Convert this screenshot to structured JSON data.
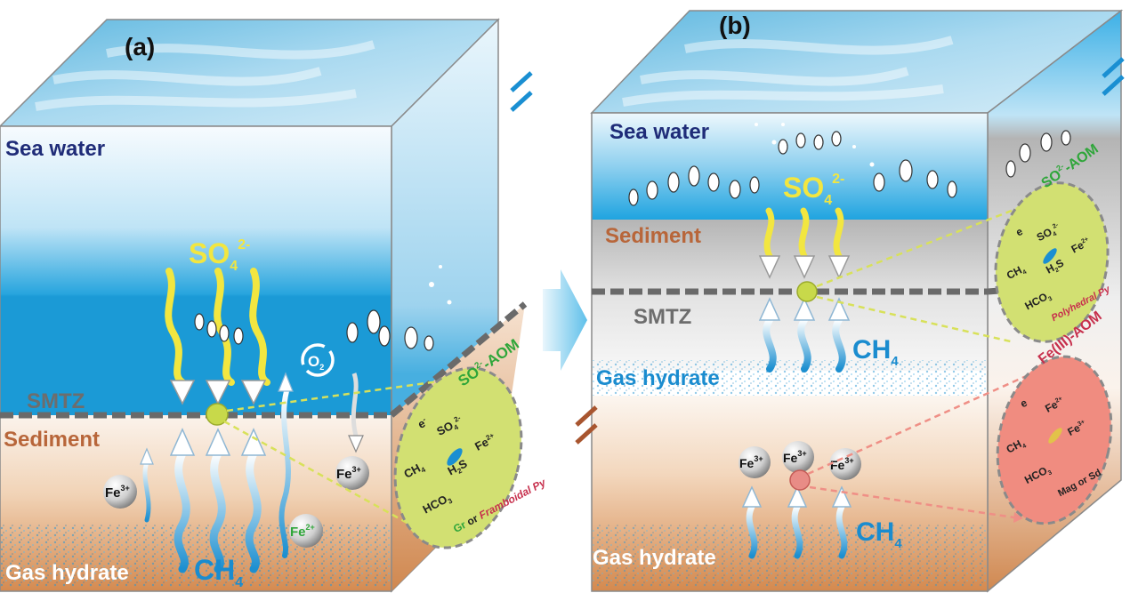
{
  "panel_a": {
    "label": "(a)",
    "sea_water": "Sea water",
    "smtz": "SMTZ",
    "sediment": "Sediment",
    "gas_hydrate": "Gas hydrate",
    "so4": "SO",
    "so4_sub": "4",
    "so4_sup": "2-",
    "ch4": "CH",
    "ch4_sub": "4",
    "o2": "O",
    "o2_sub": "2",
    "fe3_left": "Fe",
    "fe3_right": "Fe",
    "fe_sup3": "3+",
    "fe2": "Fe",
    "fe_sup2": "2+",
    "aom_label_pre": "SO",
    "aom_label_sup": "2-",
    "aom_label_post": "-AOM",
    "inset": {
      "e": "e",
      "minus": "-",
      "so4": "SO",
      "ch4": "CH",
      "h2s": "H",
      "h2s_s": "S",
      "fe2": "Fe",
      "hco3": "HCO",
      "product_gr": "Gr",
      "product_or": " or ",
      "product_py": "Framboidal Py"
    }
  },
  "panel_b": {
    "label": "(b)",
    "sea_water": "Sea water",
    "sediment": "Sediment",
    "smtz": "SMTZ",
    "gas_hydrate_mid": "Gas hydrate",
    "gas_hydrate_bottom": "Gas hydrate",
    "so4": "SO",
    "so4_sub": "4",
    "so4_sup": "2-",
    "ch4_mid": "CH",
    "ch4_bottom": "CH",
    "ch4_sub": "4",
    "fe3": "Fe",
    "fe_sup3": "3+",
    "aom_top_pre": "SO",
    "aom_top_sup": "2-",
    "aom_top_post": "-AOM",
    "aom_bottom": "Fe(III)-AOM",
    "inset_top": {
      "e": "e",
      "so4": "SO",
      "ch4": "CH",
      "h2s": "H",
      "h2s_s": "S",
      "fe2": "Fe",
      "hco3": "HCO",
      "product": "Polyhedral Py"
    },
    "inset_bottom": {
      "e": "e",
      "fe3": "Fe",
      "fe2": "Fe",
      "ch4": "CH",
      "hco3": "HCO",
      "product": "Mag or Sd"
    }
  },
  "colors": {
    "sea_top": "#1ea7e1",
    "sea_light": "#e8f5fc",
    "sediment_top": "#fbf2ea",
    "sediment_bottom": "#d89058",
    "so4_text": "#f2e640",
    "ch4_text": "#1a8ccf",
    "sea_label": "#1f2c78",
    "sediment_label": "#b8663a",
    "smtz_label": "#6d6d6d",
    "aom_green": "#2fa63a",
    "aom_red": "#c7304d",
    "inset_green": "#d2e072",
    "inset_red": "#f08c80",
    "dash": "#666666"
  }
}
